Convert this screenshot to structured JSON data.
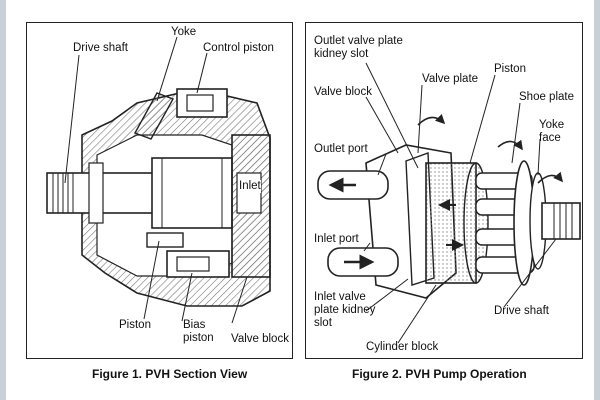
{
  "figure1": {
    "caption": "Figure 1. PVH Section View",
    "labels": {
      "drive_shaft": "Drive shaft",
      "yoke": "Yoke",
      "control_piston": "Control piston",
      "inlet": "Inlet",
      "piston": "Piston",
      "bias_piston": "Bias\npiston",
      "valve_block": "Valve block"
    }
  },
  "figure2": {
    "caption": "Figure 2. PVH Pump Operation",
    "labels": {
      "outlet_valve_plate_kidney_slot": "Outlet valve plate\nkidney slot",
      "valve_plate": "Valve plate",
      "piston": "Piston",
      "valve_block": "Valve block",
      "shoe_plate": "Shoe plate",
      "yoke_face": "Yoke\nface",
      "outlet_port": "Outlet port",
      "inlet_port": "Inlet port",
      "inlet_valve_plate_kidney_slot": "Inlet valve\nplate kidney\nslot",
      "cylinder_block": "Cylinder block",
      "drive_shaft": "Drive shaft"
    }
  },
  "colors": {
    "stroke": "#222222",
    "hatch": "#777777",
    "edge": "#c8d0d8"
  }
}
